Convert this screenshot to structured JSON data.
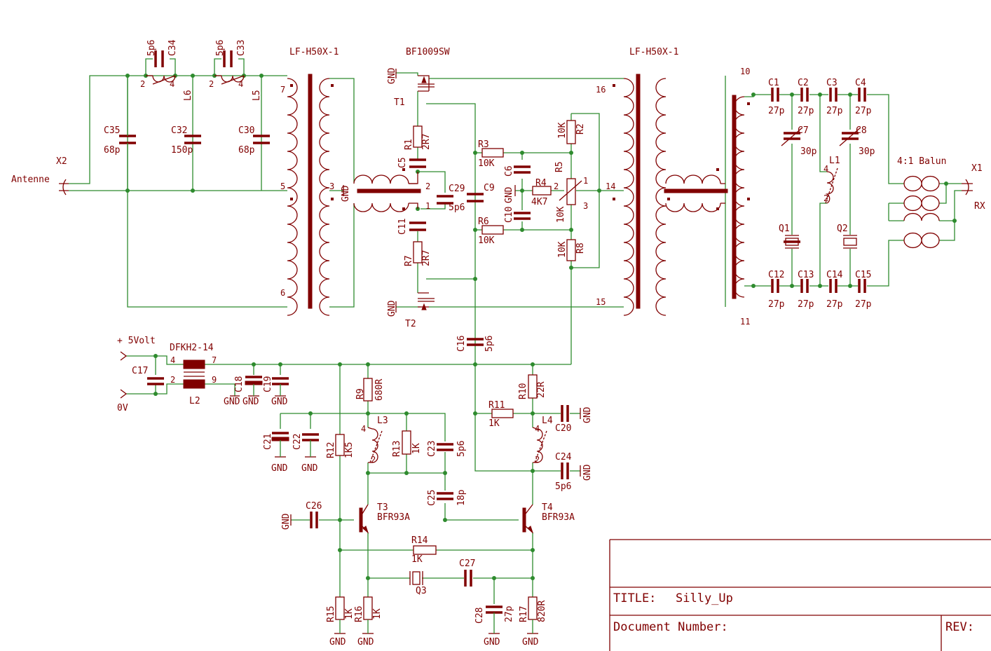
{
  "title_block": {
    "title_label": "TITLE:",
    "title_value": "Silly_Up",
    "document_number_label": "Document Number:",
    "rev_label": "REV:"
  },
  "transformers": {
    "left_part": "LF-H50X-1",
    "right_part": "LF-H50X-1",
    "left_pins": [
      "7",
      "5",
      "6",
      "3",
      "GND"
    ],
    "right_pins": [
      "16",
      "14",
      "15",
      "10",
      "11"
    ]
  },
  "mixer": {
    "part": "BF1009SW",
    "t1": "T1",
    "t2": "T2",
    "gnd": "GND"
  },
  "connectors": {
    "x2": "X2",
    "antenna": "Antenne",
    "x1": "X1",
    "rx": "RX",
    "balun": "4:1 Balun"
  },
  "power": {
    "supply": "+ 5Volt",
    "zero": "0V",
    "choke": "DFKH2-14",
    "choke_name": "L2",
    "choke_pins": [
      "4",
      "7",
      "2",
      "9"
    ]
  },
  "components": {
    "C34": "C34",
    "C34v": "5p6",
    "C33": "C33",
    "C33v": "5p6",
    "L6": "L6",
    "L5": "L5",
    "C35": "C35",
    "C35v": "68p",
    "C32": "C32",
    "C32v": "150p",
    "C30": "C30",
    "C30v": "68p",
    "R1": "R1",
    "R1v": "2R7",
    "C5": "C5",
    "C29": "C29",
    "C29v": "5p6",
    "C11": "C11",
    "R7": "R7",
    "R7v": "2R7",
    "C9": "C9",
    "R3": "R3",
    "R3v": "10K",
    "C6": "C6",
    "R4": "R4",
    "R4v": "4K7",
    "C10": "C10",
    "R6": "R6",
    "R6v": "10K",
    "R2": "R2",
    "R2v": "10K",
    "R5": "R5",
    "R5v": "10K",
    "R8": "R8",
    "R8v": "10K",
    "C16": "C16",
    "C16v": "5p6",
    "C1": "C1",
    "C2": "C2",
    "C3": "C3",
    "C4": "C4",
    "C12": "C12",
    "C13": "C13",
    "C14": "C14",
    "C15": "C15",
    "c27p": "27p",
    "C7": "C7",
    "C7v": "30p",
    "C8": "C8",
    "C8v": "30p",
    "L1": "L1",
    "Q1": "Q1",
    "Q2": "Q2",
    "C17": "C17",
    "C18": "C18",
    "C19": "C19",
    "R9": "R9",
    "R9v": "680R",
    "C21": "C21",
    "C22": "C22",
    "R12": "R12",
    "R12v": "1K5",
    "L3": "L3",
    "R13": "R13",
    "R13v": "1K",
    "C23": "C23",
    "C23v": "5p6",
    "C25": "C25",
    "C25v": "18p",
    "C26": "C26",
    "T3": "T3",
    "T3v": "BFR93A",
    "T4": "T4",
    "T4v": "BFR93A",
    "R14": "R14",
    "R14v": "1K",
    "Q3": "Q3",
    "C27": "C27",
    "R15": "R15",
    "R15v": "1K",
    "R16": "R16",
    "R16v": "1K",
    "C28": "C28",
    "C28v": "27p",
    "R17": "R17",
    "R17v": "820R",
    "R11": "R11",
    "R11v": "1K",
    "R10": "R10",
    "R10v": "22R",
    "C20": "C20",
    "L4": "L4",
    "C24": "C24",
    "C24v": "5p6"
  },
  "pins": {
    "p1": "1",
    "p2": "2",
    "p3": "3",
    "p4": "4"
  },
  "gnd": "GND"
}
